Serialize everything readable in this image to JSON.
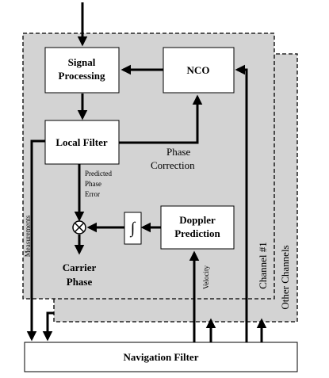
{
  "blocks": {
    "signal_processing": [
      "Signal",
      "Processing"
    ],
    "nco": "NCO",
    "local_filter": "Local Filter",
    "doppler_prediction": [
      "Doppler",
      "Prediction"
    ],
    "navigation_filter": "Navigation Filter"
  },
  "labels": {
    "phase_correction": [
      "Phase",
      "Correction"
    ],
    "predicted_phase_error": [
      "Predicted",
      "Phase",
      "Error"
    ],
    "carrier_phase": [
      "Carrier",
      "Phase"
    ],
    "measurements": "Measurements",
    "velocity": "Velocity",
    "channel_1": "Channel #1",
    "other_channels": "Other Channels",
    "integrator_symbol": "∫",
    "sum_symbol": "⊗"
  },
  "colors": {
    "channel_fill": "#d3d3d3",
    "block_fill": "#ffffff",
    "line": "#000000"
  }
}
